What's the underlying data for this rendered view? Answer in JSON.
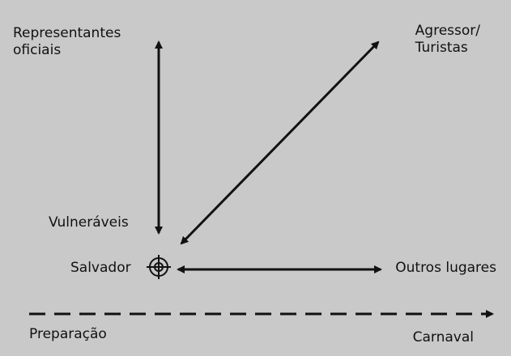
{
  "labels": {
    "representantes": [
      "Representantes",
      "oficiais"
    ],
    "agressor": [
      "Agressor/",
      "Turistas"
    ],
    "vulneraveis": "Vulneráveis",
    "salvador": "Salvador",
    "outros_lugares": "Outros lugares",
    "preparacao": "Preparação",
    "carnaval": "Carnaval"
  },
  "colors": {
    "background": "#c9c9c9",
    "ink": "#111111"
  },
  "icons": {
    "salvador_marker": "crosshair-target-icon"
  }
}
